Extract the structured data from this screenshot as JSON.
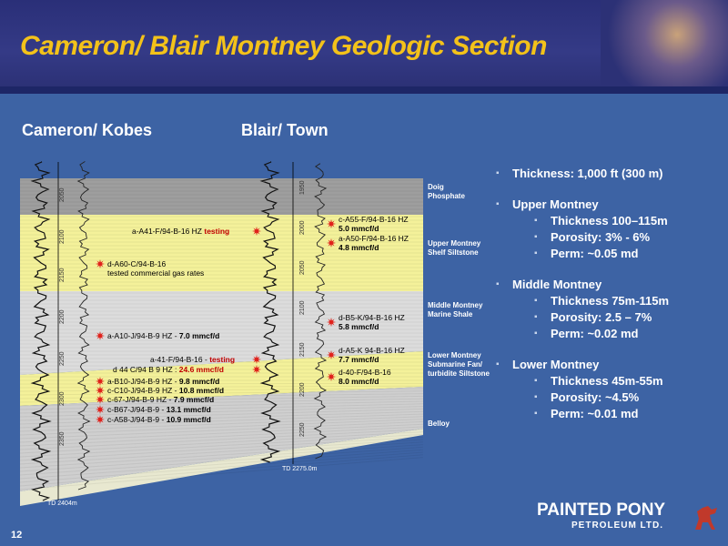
{
  "slide": {
    "title": "Cameron/ Blair Montney Geologic Section",
    "page_number": "12",
    "col_left": "Cameron/ Kobes",
    "col_right": "Blair/ Town"
  },
  "zones": [
    {
      "label": "Doig\nPhosphate",
      "color": "#9e9e9e"
    },
    {
      "label": "Upper Montney\nShelf Siltstone",
      "color": "#f4f19a"
    },
    {
      "label": "Middle Montney\nMarine Shale",
      "color": "#dcdcdc"
    },
    {
      "label": "Lower Montney\nSubmarine Fan/\nturbidite Siltstone",
      "color": "#f4f19a"
    },
    {
      "label": "Belloy",
      "color": "#cfcfcf"
    }
  ],
  "wells_left": [
    {
      "name": "a-A41-F/94-B-16 HZ",
      "rate": "testing",
      "color": "#c00000"
    },
    {
      "name": "d-A60-C/94-B-16",
      "rate": "tested commercial gas rates",
      "color": "#000"
    },
    {
      "name": "a-A10-J/94-B-9 HZ -",
      "rate": "7.0 mmcf/d",
      "color": "#000"
    },
    {
      "name": "a-41-F/94-B-16 -",
      "rate": "testing",
      "color": "#c00000"
    },
    {
      "name": "d 44 C/94 B 9 HZ :",
      "rate": "24.6 mmcf/d",
      "color": "#c00000"
    },
    {
      "name": "a-B10-J/94-B-9 HZ -",
      "rate": "9.8 mmcf/d",
      "color": "#000"
    },
    {
      "name": "c-C10-J/94-B-9 HZ -",
      "rate": "10.8 mmcf/d",
      "color": "#000"
    },
    {
      "name": "c-67-J/94-B-9 HZ -",
      "rate": "7.9 mmcf/d",
      "color": "#000"
    },
    {
      "name": "c-B67-J/94-B-9 -",
      "rate": "13.1 mmcf/d",
      "color": "#000"
    },
    {
      "name": "c-A58-J/94-B-9 -",
      "rate": "10.9 mmcf/d",
      "color": "#000"
    }
  ],
  "wells_right": [
    {
      "name": "c-A55-F/94-B-16 HZ",
      "rate": "5.0 mmcf/d"
    },
    {
      "name": "a-A50-F/94-B-16 HZ",
      "rate": "4.8 mmcf/d"
    },
    {
      "name": "d-B5-K/94-B-16 HZ",
      "rate": "5.8 mmcf/d"
    },
    {
      "name": "d-A5-K 94-B-16 HZ",
      "rate": "7.7 mmcf/d"
    },
    {
      "name": "d-40-F/94-B-16",
      "rate": "8.0 mmcf/d"
    }
  ],
  "depths_left": [
    "2050",
    "2100",
    "2150",
    "2200",
    "2250",
    "2300",
    "2350"
  ],
  "depths_right": [
    "1950",
    "2000",
    "2050",
    "2100",
    "2150",
    "2200",
    "2250"
  ],
  "td_left": "TD 2404m",
  "td_right": "TD 2275.0m",
  "bullets": [
    {
      "level": 1,
      "text": "Thickness:  1,000 ft (300 m)"
    },
    {
      "level": 1,
      "text": "Upper Montney",
      "gap": true
    },
    {
      "level": 2,
      "text": "Thickness 100–115m"
    },
    {
      "level": 2,
      "text": "Porosity: 3% - 6%"
    },
    {
      "level": 2,
      "text": "Perm: ~0.05 md"
    },
    {
      "level": 1,
      "text": "Middle Montney",
      "gap": true
    },
    {
      "level": 2,
      "text": "Thickness 75m-115m"
    },
    {
      "level": 2,
      "text": "Porosity: 2.5 – 7%"
    },
    {
      "level": 2,
      "text": "Perm: ~0.02 md"
    },
    {
      "level": 1,
      "text": "Lower Montney",
      "gap": true
    },
    {
      "level": 2,
      "text": "Thickness 45m-55m"
    },
    {
      "level": 2,
      "text": "Porosity: ~4.5%"
    },
    {
      "level": 2,
      "text": "Perm: ~0.01 md"
    }
  ],
  "logo": {
    "line1": "PAINTED PONY",
    "line2": "PETROLEUM LTD."
  },
  "colors": {
    "title": "#f3c21a",
    "background": "#3d63a4",
    "header": "#2a2f78",
    "burst": "#e0201a"
  }
}
